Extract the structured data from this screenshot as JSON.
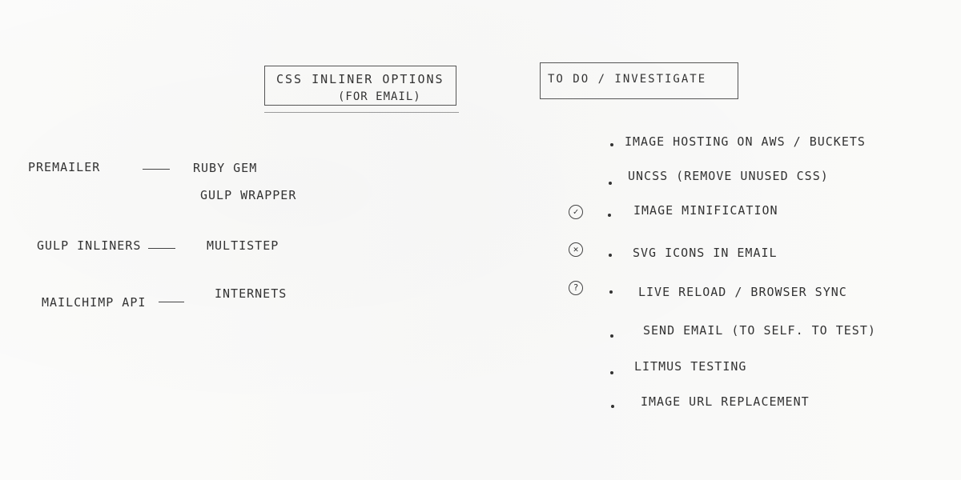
{
  "left": {
    "title_line1": "CSS INLINER OPTIONS",
    "title_line2": "(FOR EMAIL)",
    "rows": [
      {
        "tool": "PREMAILER",
        "detail": "RUBY GEM",
        "detail2": "GULP WRAPPER"
      },
      {
        "tool": "GULP INLINERS",
        "detail": "MULTISTEP"
      },
      {
        "tool": "MAILCHIMP API",
        "detail": "INTERNETS"
      }
    ]
  },
  "right": {
    "title": "TO DO / INVESTIGATE",
    "items": [
      {
        "text": "IMAGE HOSTING ON AWS / BUCKETS",
        "status": ""
      },
      {
        "text": "UNCSS (REMOVE UNUSED CSS)",
        "status": ""
      },
      {
        "text": "IMAGE MINIFICATION",
        "status": "done"
      },
      {
        "text": "SVG ICONS IN EMAIL",
        "status": "rejected"
      },
      {
        "text": "LIVE RELOAD / BROWSER SYNC",
        "status": "question"
      },
      {
        "text": "SEND EMAIL (TO SELF. TO TEST)",
        "status": ""
      },
      {
        "text": "LITMUS TESTING",
        "status": ""
      },
      {
        "text": "IMAGE URL REPLACEMENT",
        "status": ""
      }
    ],
    "marks": {
      "done": "✓",
      "rejected": "✕",
      "question": "?"
    }
  },
  "colors": {
    "paper": "#fafaf9",
    "pencil": "#333333"
  }
}
